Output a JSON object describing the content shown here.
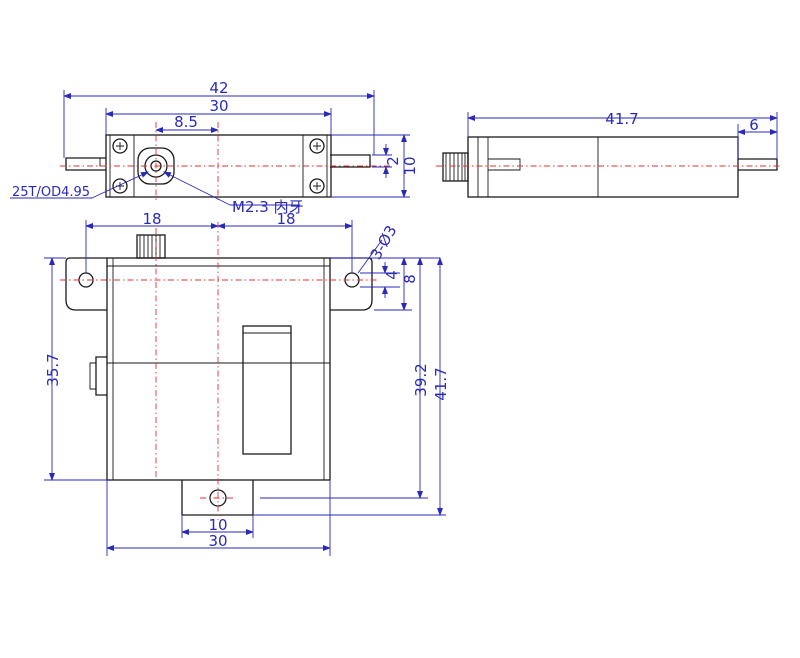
{
  "top_view": {
    "dims": {
      "overall_width": "42",
      "mount_spacing": "30",
      "shaft_offset": "8.5",
      "tab_thickness": "2",
      "body_height": "10"
    },
    "labels": {
      "spline": "25T/OD4.95",
      "thread": "M2.3 内牙"
    }
  },
  "side_view": {
    "dims": {
      "overall_length": "41.7",
      "tab_length": "6"
    }
  },
  "front_view": {
    "dims": {
      "left_hole_offset": "18",
      "right_hole_offset": "18",
      "hole_spec": "3-Ø3",
      "hole_vertical": "4",
      "hole_to_top": "8",
      "body_height": "35.7",
      "hole_to_bottom_hole": "39.2",
      "total_height": "41.7",
      "bottom_tab_width": "10",
      "body_width": "30"
    }
  }
}
